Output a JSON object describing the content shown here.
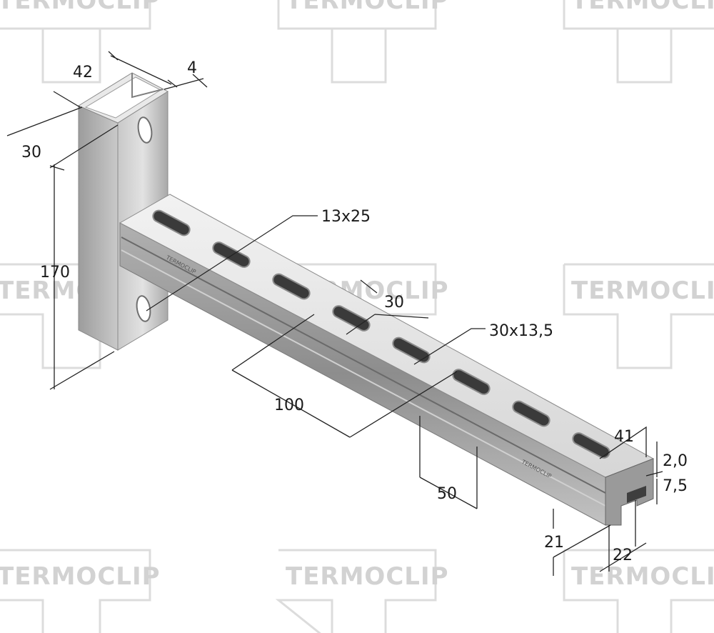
{
  "watermark": {
    "brand": "TERMOCLIP"
  },
  "rail_marking": "TERMOCLIP",
  "dimensions": {
    "post_width": "42",
    "post_thickness": "4",
    "post_depth": "30",
    "post_height": "170",
    "hole_size": "13x25",
    "slot_spacing": "30",
    "slot_size": "30x13,5",
    "slot_pitch": "100",
    "rail_segment": "50",
    "profile_width": "41",
    "profile_wall": "2,0",
    "profile_lip": "7,5",
    "profile_height": "21",
    "profile_opening": "22"
  },
  "colors": {
    "steel_light": "#e6e6e6",
    "steel_mid": "#bdbdbd",
    "steel_dark": "#7a7a7a",
    "watermark": "#d6d6d6"
  }
}
